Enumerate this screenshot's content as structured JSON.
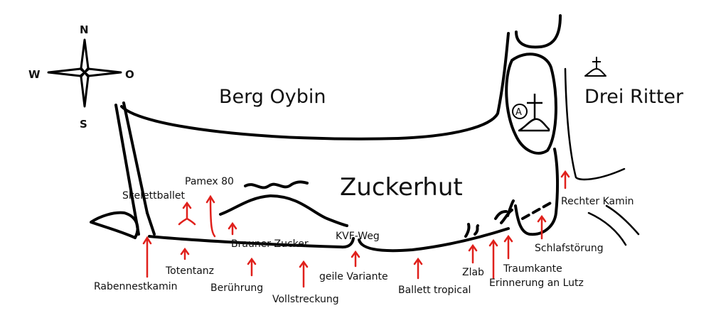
{
  "colors": {
    "arrow": "#e0201b",
    "ink": "#000000",
    "background": "#ffffff"
  },
  "compass": {
    "north": "N",
    "south": "S",
    "west": "W",
    "east": "O"
  },
  "rocks": {
    "berg_oybin": "Berg Oybin",
    "drei_ritter": "Drei Ritter",
    "zuckerhut": "Zuckerhut"
  },
  "symbols": {
    "anchor_mark": "A",
    "summit_icon": "summit-cross-icon"
  },
  "routes": {
    "pamex80": "Pamex 80",
    "skelettballet": "Skelettballet",
    "brauner_zucker": "Brauner Zucker",
    "kvf_weg": "KVF-Weg",
    "rabennestkamin": "Rabennestkamin",
    "totentanz": "Totentanz",
    "beruehrung": "Berührung",
    "vollstreckung": "Vollstreckung",
    "geile_variante": "geile Variante",
    "ballett_tropical": "Ballett tropical",
    "zlab": "Zlab",
    "traumkante": "Traumkante",
    "erinnerung_an_lutz": "Erinnerung an Lutz",
    "schlafstoerung": "Schlafstörung",
    "rechter_kamin": "Rechter Kamin"
  }
}
